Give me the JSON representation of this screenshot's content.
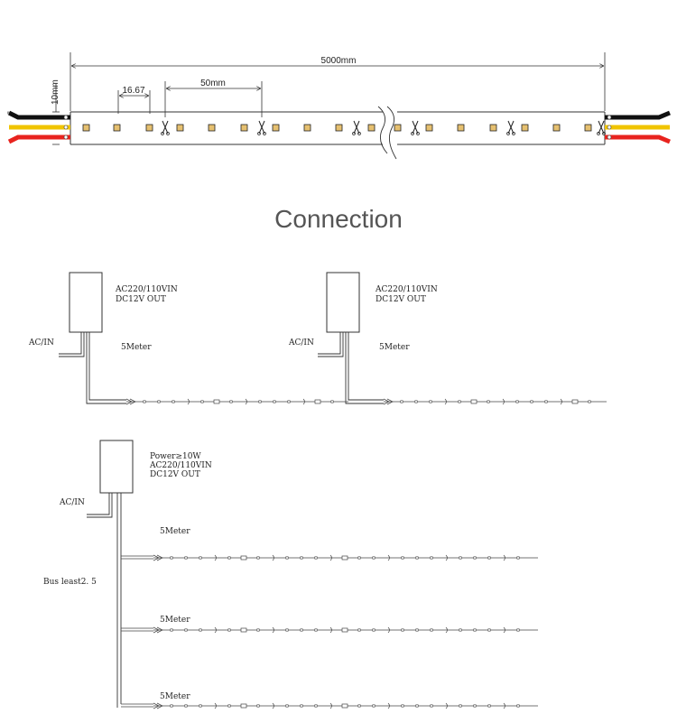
{
  "strip": {
    "total_length_label": "5000mm",
    "width_label": "10mm",
    "led_pitch_label": "16.67",
    "cut_unit_label": "50mm"
  },
  "section_title": "Connection",
  "diagram_top": {
    "left": {
      "psu_spec_line1": "AC220/110VIN",
      "psu_spec_line2": "DC12V OUT",
      "ac_label": "AC/IN",
      "length_label": "5Meter"
    },
    "right": {
      "psu_spec_line1": "AC220/110VIN",
      "psu_spec_line2": "DC12V OUT",
      "ac_label": "AC/IN",
      "length_label": "5Meter"
    }
  },
  "diagram_bus": {
    "psu_spec_line1": "Power≥10W",
    "psu_spec_line2": "AC220/110VIN",
    "psu_spec_line3": "DC12V OUT",
    "ac_label": "AC/IN",
    "bus_label": "Bus least2. 5",
    "branch_labels": [
      "5Meter",
      "5Meter",
      "5Meter"
    ]
  },
  "colors": {
    "wire_black": "#111111",
    "wire_yellow": "#f0c400",
    "wire_red": "#e8231e",
    "led_fill": "#e6c070",
    "line": "#333333"
  }
}
